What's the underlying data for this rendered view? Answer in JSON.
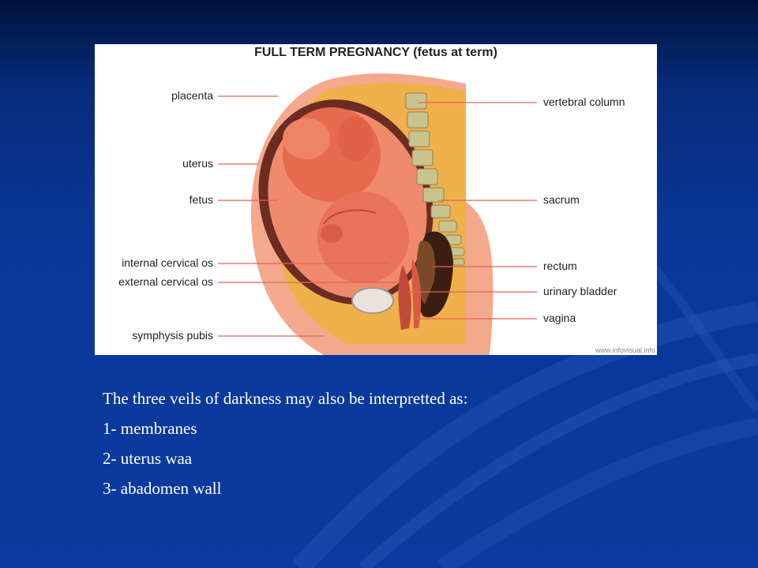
{
  "diagram": {
    "title": "FULL TERM PREGNANCY (fetus at term)",
    "labels_left": [
      "placenta",
      "uterus",
      "fetus",
      "internal cervical os",
      "external cervical os",
      "symphysis pubis"
    ],
    "labels_right": [
      "vertebral column",
      "sacrum",
      "rectum",
      "urinary bladder",
      "vagina"
    ],
    "credit": "www.infovisual.info"
  },
  "caption": {
    "intro": "The three veils of darkness may also be interpretted as:",
    "items": [
      "1- membranes",
      "2- uterus waa",
      "3- abadomen wall"
    ]
  },
  "colors": {
    "background": "#0b3aa0",
    "skin": "#f4a98c",
    "tissue": "#f0b04a",
    "fetus": "#e66a4e",
    "spine": "#c9c38e",
    "label_line": "#e0645a"
  }
}
